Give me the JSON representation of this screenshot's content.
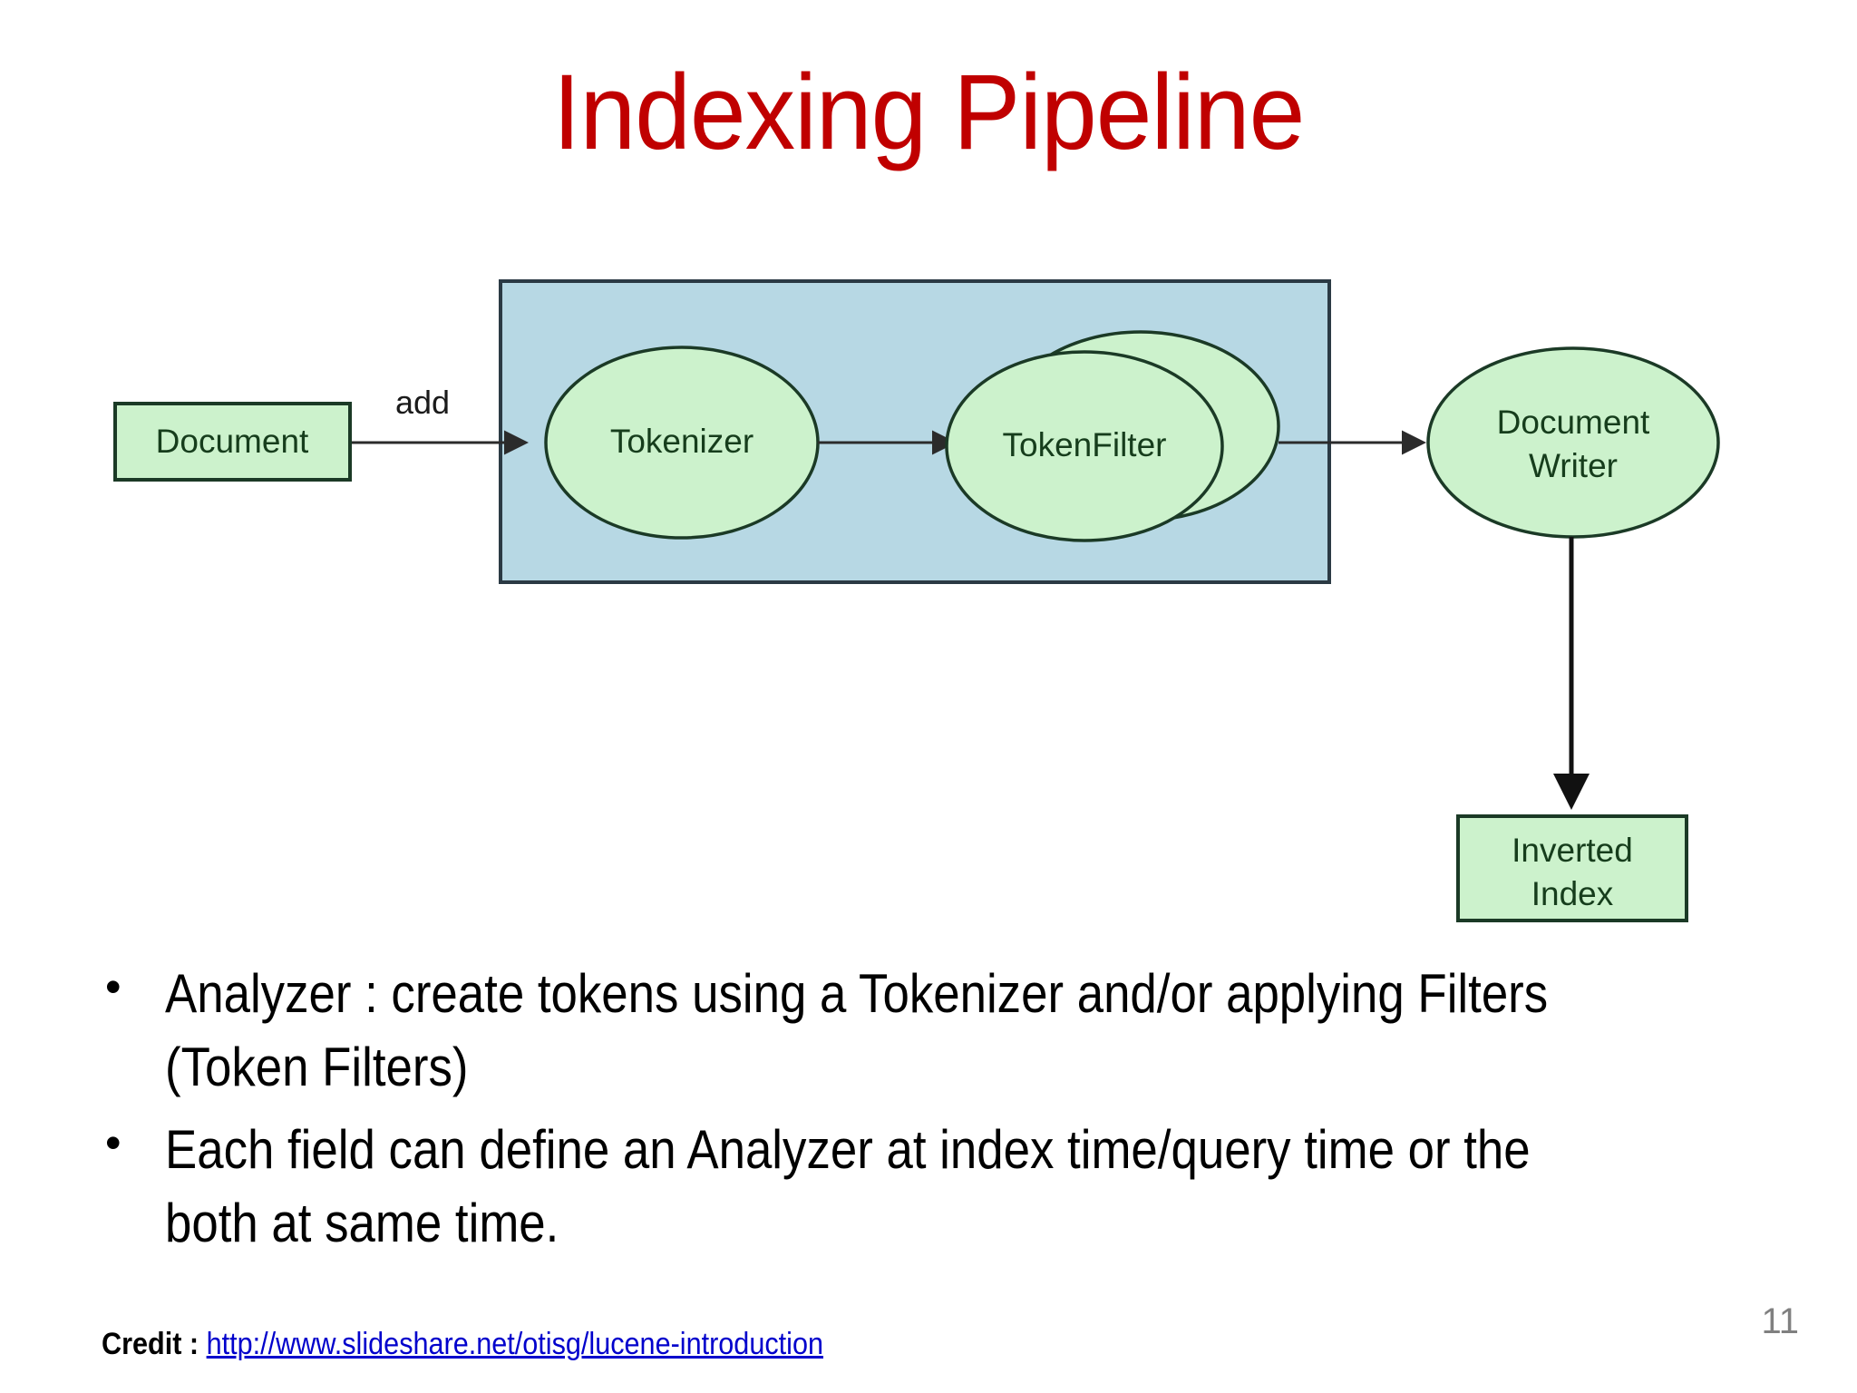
{
  "slide": {
    "title": "Indexing Pipeline",
    "title_color": "#C00000",
    "page_number": "11",
    "background": "#FFFFFF"
  },
  "diagram": {
    "name": "lucene-indexing-pipeline-diagram",
    "colors": {
      "node_fill": "#CCF2CC",
      "node_stroke": "#1B3A26",
      "container_fill": "#B7D8E4",
      "container_stroke": "#2B3A44",
      "arrow": "#2B2B2B",
      "node_text": "#163D1C"
    },
    "nodes": [
      {
        "id": "document",
        "label": "Document",
        "shape": "rect"
      },
      {
        "id": "analyzer",
        "label": "",
        "shape": "container"
      },
      {
        "id": "tokenizer",
        "label": "Tokenizer",
        "shape": "ellipse"
      },
      {
        "id": "tokenfilter",
        "label": "TokenFilter",
        "shape": "double-ellipse"
      },
      {
        "id": "document-writer",
        "label_line1": "Document",
        "label_line2": "Writer",
        "shape": "ellipse"
      },
      {
        "id": "inverted-index",
        "label_line1": "Inverted",
        "label_line2": "Index",
        "shape": "rect"
      }
    ],
    "edges": [
      {
        "from": "document",
        "to": "tokenizer",
        "label": "add"
      },
      {
        "from": "tokenizer",
        "to": "tokenfilter",
        "label": ""
      },
      {
        "from": "tokenfilter",
        "to": "document-writer",
        "label": ""
      },
      {
        "from": "document-writer",
        "to": "inverted-index",
        "label": ""
      }
    ]
  },
  "bullets": [
    {
      "marker": "•",
      "text": "Analyzer : create tokens using a Tokenizer and/or applying Filters (Token Filters)"
    },
    {
      "marker": "•",
      "text": "Each field can define an Analyzer at index time/query time or the both at same time."
    }
  ],
  "credit": {
    "label": "Credit :",
    "url_text": "http://www.slideshare.net/otisg/lucene-introduction",
    "link_color": "#0000CC"
  }
}
